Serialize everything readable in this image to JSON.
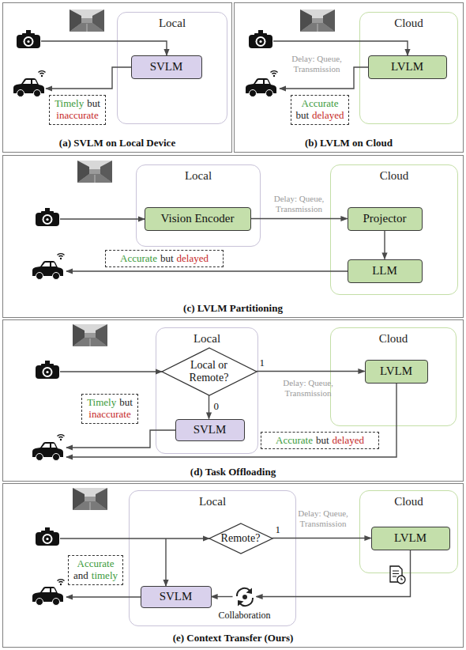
{
  "diagram": {
    "nodes": [
      {
        "text": [
          "(a) SVLM on Local Device"
        ]
      },
      {
        "text": [
          "Local"
        ],
        "in": 0
      },
      {
        "text": [
          "SVLM"
        ],
        "in": 1
      },
      {
        "text": [
          "Timely",
          "but",
          "inaccurate"
        ],
        "in": 0
      },
      {
        "text": [
          "(b) LVLM on Cloud"
        ]
      },
      {
        "text": [
          "Cloud"
        ],
        "in": 4
      },
      {
        "text": [
          "LVLM"
        ],
        "in": 5
      },
      {
        "text": [
          "Accurate",
          "but",
          "delayed"
        ],
        "in": 4
      },
      {
        "text": [
          "(c) LVLM Partitioning"
        ]
      },
      {
        "text": [
          "Local"
        ],
        "in": 8
      },
      {
        "text": [
          "Vision Encoder"
        ],
        "in": 9
      },
      {
        "text": [
          "Cloud"
        ],
        "in": 8
      },
      {
        "text": [
          "Projector"
        ],
        "in": 11
      },
      {
        "text": [
          "LLM"
        ],
        "in": 11
      },
      {
        "text": [
          "Accurate",
          "but",
          "delayed"
        ],
        "in": 8
      },
      {
        "text": [
          "(d) Task Offloading"
        ]
      },
      {
        "text": [
          "Local"
        ],
        "in": 15
      },
      {
        "text": [
          "Local or Remote?"
        ],
        "in": 16
      },
      {
        "text": [
          "SVLM"
        ],
        "in": 16
      },
      {
        "text": [
          "Cloud"
        ],
        "in": 15
      },
      {
        "text": [
          "LVLM"
        ],
        "in": 19
      },
      {
        "text": [
          "Timely",
          "but",
          "inaccurate"
        ],
        "in": 15
      },
      {
        "text": [
          "Accurate",
          "but",
          "delayed"
        ],
        "in": 15
      },
      {
        "text": [
          "(e) Context Transfer (Ours)"
        ]
      },
      {
        "text": [
          "Local"
        ],
        "in": 23
      },
      {
        "text": [
          "Remote?"
        ],
        "in": 24
      },
      {
        "text": [
          "SVLM"
        ],
        "in": 24
      },
      {
        "text": [
          "Collaboration"
        ],
        "in": 24
      },
      {
        "text": [
          "Cloud"
        ],
        "in": 23
      },
      {
        "text": [
          "LVLM"
        ],
        "in": 28
      },
      {
        "text": [
          "Accurate",
          "and",
          "timely"
        ],
        "in": 23
      }
    ],
    "edges": [
      {
        "from": 10,
        "to": 12,
        "label": "Delay: Queue, Transmission",
        "arrow": "to"
      },
      {
        "from": 12,
        "to": 13,
        "arrow": "to"
      },
      {
        "from": 17,
        "to": 20,
        "label": "1",
        "arrow": "to"
      },
      {
        "from": 17,
        "to": 18,
        "label": "0",
        "arrow": "to"
      },
      {
        "from": 25,
        "to": 29,
        "label": "1",
        "arrow": "to"
      },
      {
        "from": 29,
        "to": 27,
        "arrow": "to"
      },
      {
        "from": 27,
        "to": 26,
        "arrow": "to"
      }
    ],
    "labels": [
      "Delay: Queue, Transmission",
      "Delay: Queue, Transmission",
      "Delay: Queue, Transmission"
    ]
  }
}
